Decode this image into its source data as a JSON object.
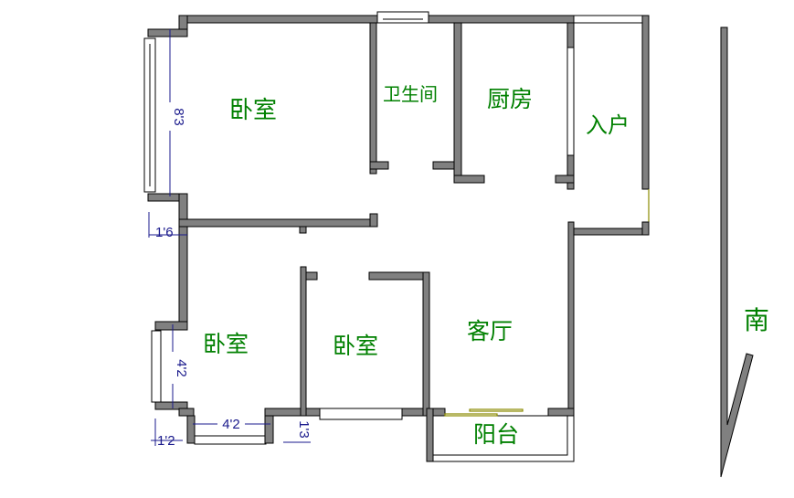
{
  "rooms": {
    "bedroom_master": "卧室",
    "bathroom": "卫生间",
    "kitchen": "厨房",
    "entrance": "入户",
    "bedroom_second": "卧室",
    "bedroom_third": "卧室",
    "living_room": "客厅",
    "balcony": "阳台"
  },
  "compass": {
    "direction_label": "南"
  },
  "dimensions": {
    "master_window": "8'3",
    "master_corner": "1'6",
    "second_side_window": "4'2",
    "second_bottom_window": "4'2",
    "second_corner": "1'2",
    "third_offset": "1'3"
  },
  "colors": {
    "wall": "#808080",
    "room_label": "#008000",
    "dimension": "#1a1a8c"
  }
}
